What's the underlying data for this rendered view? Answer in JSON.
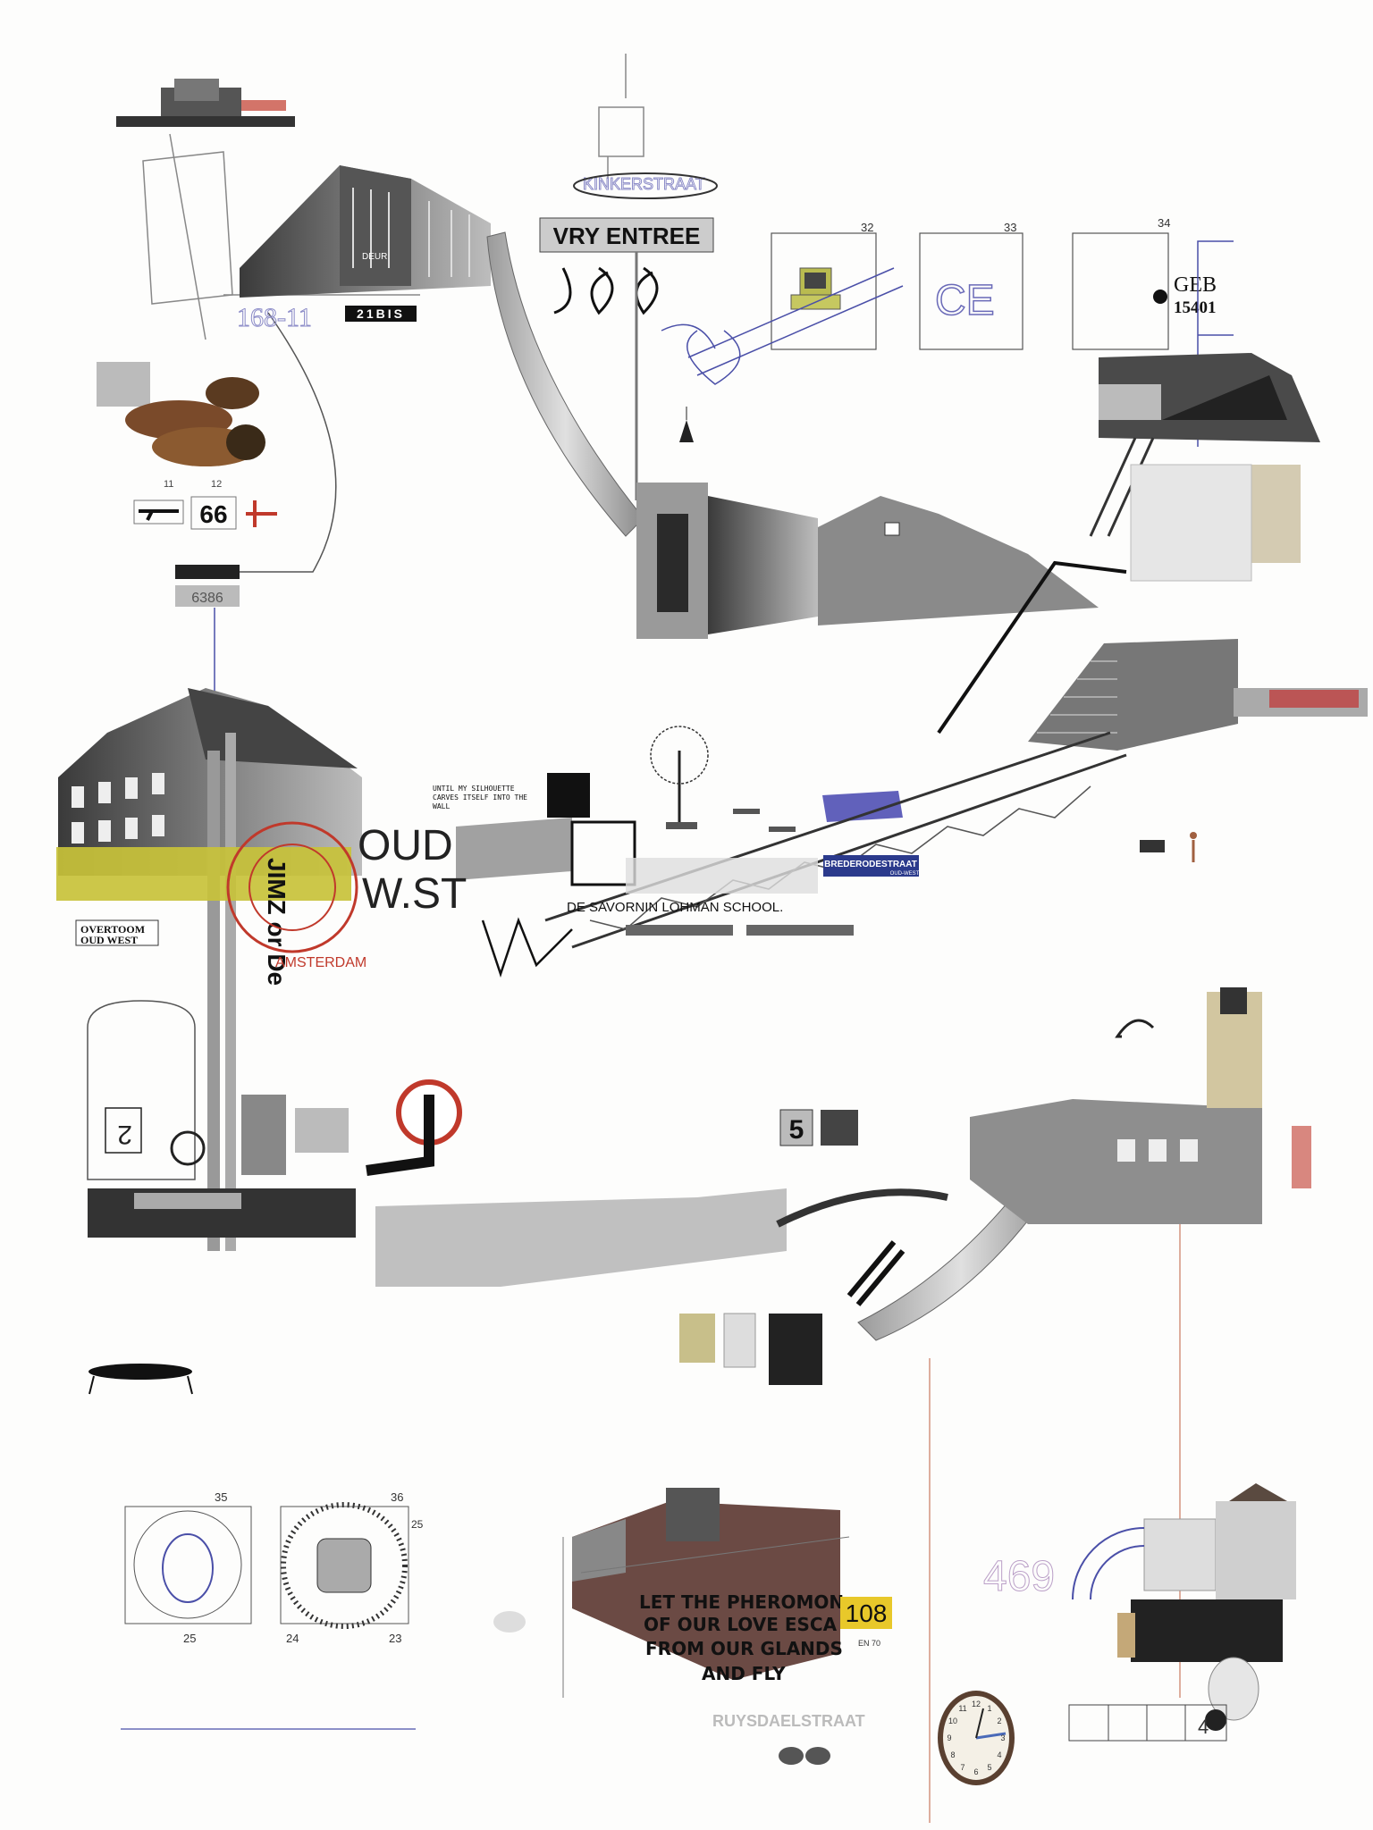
{
  "colors": {
    "ink": "#222222",
    "pen_blue": "#4a4fa8",
    "pen_red": "#c0392b",
    "yellow": "#c8c23a",
    "sign_blue": "#2b3a8c",
    "photo_gray": "#7a7a7a",
    "brick": "#6b4a44"
  },
  "top": {
    "house_number_plate": "21BIS",
    "faint_number": "168-11",
    "street_name_faint": "KINKERSTRAAT",
    "entry_sign": "VRY  ENTREE",
    "frame_numbers": [
      "32",
      "33",
      "34"
    ],
    "letters_outline": "CE",
    "building_label_line1": "GEB",
    "building_label_line2": "15401",
    "small_numbers": [
      "11",
      "12"
    ],
    "route_number": "66",
    "number_plate": "6386",
    "storefront_sign": "DEUR"
  },
  "middle": {
    "stamp_text": "AMSTERDAM",
    "district_text_line1": "OUD",
    "district_text_line2": "W.ST",
    "yellow_sign_text": "JIMZ or De",
    "handwritten_note": "UNTIL MY SILHOUETTE CARVES ITSELF INTO THE WALL",
    "street_sign": "BREDERODESTRAAT",
    "street_sign_sub": "OUD-WEST",
    "school_banner": "DE SAVORNIN LOHMAN SCHOOL.",
    "overtoom_line1": "OVERTOOM",
    "overtoom_line2": "OUD WEST"
  },
  "lower": {
    "cube_number": "5",
    "kiosk_number": "2"
  },
  "bottom": {
    "frame_numbers": [
      "35",
      "36",
      "25",
      "24",
      "23",
      "25"
    ],
    "poem_lines": [
      "LET THE PHEROMON",
      "OF OUR LOVE ESCA",
      "FROM OUR GLANDS",
      "AND FLY"
    ],
    "house_number": "108",
    "small_plate": "EN 70",
    "street_name_faint": "RUYSDAELSTRAAT",
    "faint_number": "469",
    "grid_number": "4",
    "clock_numbers": [
      "12",
      "1",
      "2",
      "3",
      "4",
      "5",
      "6",
      "7",
      "8",
      "9",
      "10",
      "11"
    ]
  }
}
